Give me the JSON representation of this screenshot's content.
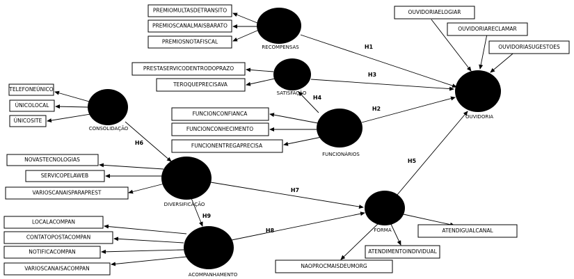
{
  "latent": {
    "recompensas": "RECOMPENSAS",
    "satisfacao": "SATISFAÇÃO",
    "consolidacao": "CONSOLIDAÇÃO",
    "funcionarios": "FUNCIONÁRIOS",
    "diversificacao": "DIVERSIFICAÇÃO",
    "forma": "FORMA",
    "acompanhamento": "ACOMPANHAMENTO",
    "ouvidoria": "OUVIDORIA"
  },
  "indicators": {
    "premiomultas": "PREMIOMULTASDETRANSITO",
    "premioscanal": "PREMIOSCANALMAISBARATO",
    "premiosnota": "PREMIOSNOTAFISCAL",
    "prestaservico": "PRESTASERVICODENTRODOPRAZO",
    "teroque": "TEROQUEPRECISAVA",
    "telefoneunico": "TELEFONEÚNICO",
    "unicolocal": "ÚNICOLOCAL",
    "unicosite": "ÚNICOSITE",
    "funcionconfianca": "FUNCIONCONFIANCA",
    "funcionconhecimento": "FUNCIONCONHECIMENTO",
    "funcionentrega": "FUNCIONENTREGAPRECISA",
    "novastecnologias": "NOVASTECNOLOGIAS",
    "servicopelaweb": "SERVICOPELAWEB",
    "varioscanaisprest": "VARIOSCANAISPARAPREST",
    "localacompan": "LOCALACOMPAN",
    "contatoposta": "CONTATOPOSTACOMPAN",
    "notificacompan": "NOTIFICACOMPAN",
    "varioscanaisacompan": "VARIOSCANAISACOMPAN",
    "ouvidoriaelogiar": "OUVIDORIAELOGIAR",
    "ouvidoriareclamar": "OUVIDORIARECLAMAR",
    "ouvidoriasugestoes": "OUVIDORIASUGESTOES",
    "atendigualcanal": "ATENDIGUALCANAL",
    "atendimentoindividual": "ATENDIMENTOINDIVIDUAL",
    "naoprocmaisdeumorg": "NAOPROCMAISDEUMORG"
  },
  "hypotheses": {
    "h1": "H1",
    "h2": "H2",
    "h3": "H3",
    "h4": "H4",
    "h5": "H5",
    "h6": "H6",
    "h7": "H7",
    "h8": "H8",
    "h9": "H9"
  }
}
